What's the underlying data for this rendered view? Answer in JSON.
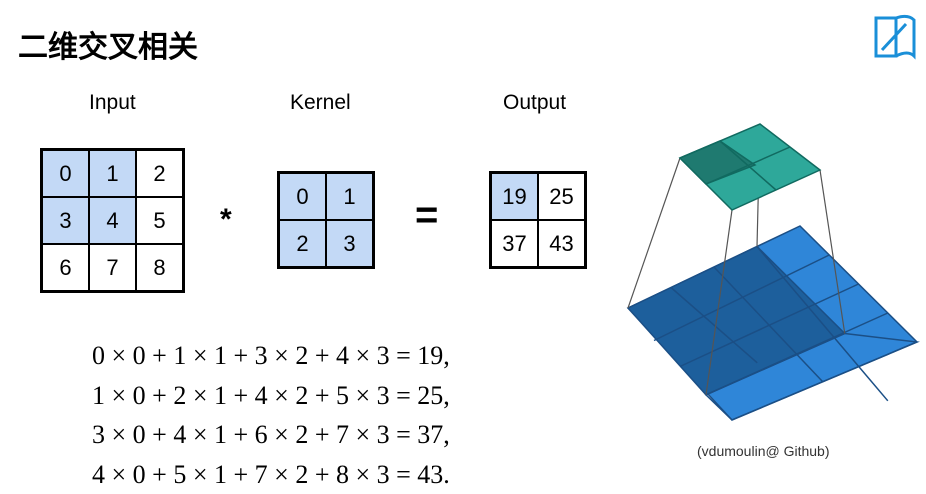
{
  "title": "二维交叉相关",
  "labels": {
    "input": "Input",
    "kernel": "Kernel",
    "output": "Output"
  },
  "input": [
    [
      "0",
      "1",
      "2"
    ],
    [
      "3",
      "4",
      "5"
    ],
    [
      "6",
      "7",
      "8"
    ]
  ],
  "kernel": [
    [
      "0",
      "1"
    ],
    [
      "2",
      "3"
    ]
  ],
  "output": [
    [
      "19",
      "25"
    ],
    [
      "37",
      "43"
    ]
  ],
  "operators": {
    "multiply": "*",
    "equals": "="
  },
  "equations": [
    "0 × 0 + 1 × 1 + 3 × 2 + 4 × 3 = 19,",
    "1 × 0 + 2 × 1 + 4 × 2 + 5 × 3 = 25,",
    "3 × 0 + 4 × 1 + 6 × 2 + 7 × 3 = 37,",
    "4 × 0 + 5 × 1 + 7 × 2 + 8 × 3 = 43."
  ],
  "credit": "(vdumoulin@ Github)",
  "colors": {
    "highlight": "#c3d9f6",
    "bottom_grid": "#2f86d8",
    "top_grid": "#2ea89a",
    "logo": "#1a8fd8"
  }
}
